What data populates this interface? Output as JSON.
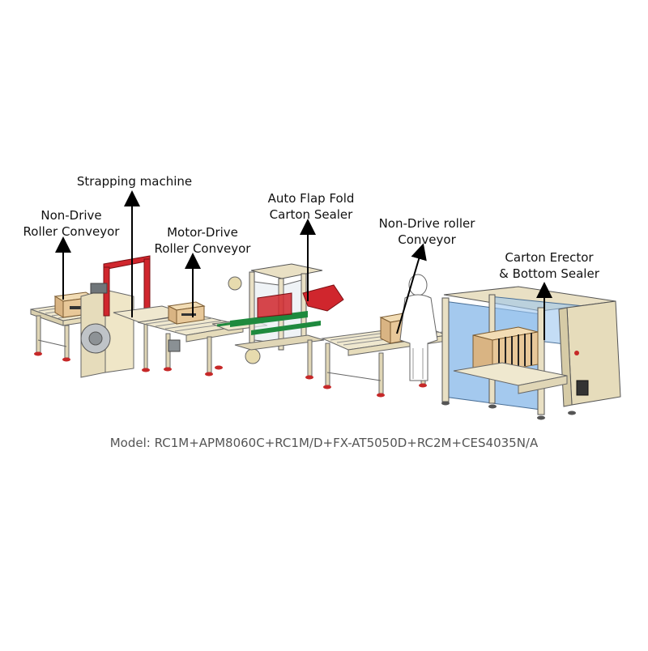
{
  "labels": {
    "non_drive_roller_conveyor": {
      "line1": "Non-Drive",
      "line2": "Roller Conveyor"
    },
    "strapping_machine": {
      "line1": "Strapping machine"
    },
    "motor_drive_roller_conveyor": {
      "line1": "Motor-Drive",
      "line2": "Roller Conveyor"
    },
    "auto_flap_fold_carton_sealer": {
      "line1": "Auto Flap Fold",
      "line2": "Carton Sealer"
    },
    "non_drive_roller_conveyor_2": {
      "line1": "Non-Drive roller",
      "line2": "Conveyor"
    },
    "carton_erector_bottom_sealer": {
      "line1": "Carton Erector",
      "line2": "& Bottom Sealer"
    }
  },
  "caption": "Model: RC1M+APM8060C+RC1M/D+FX-AT5050D+RC2M+CES4035N/A",
  "colors": {
    "frame": "#e9e0c4",
    "frame_edge": "#6b6b6b",
    "roller": "#9aa0a6",
    "red": "#d0262d",
    "green": "#1e8a3e",
    "blue": "#86b7e8",
    "box": "#e6c79a",
    "arrow": "#000000",
    "caption": "#555555"
  }
}
